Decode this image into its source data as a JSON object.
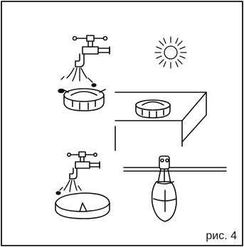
{
  "figure": {
    "caption": "рис. 4",
    "colors": {
      "line": "#111111",
      "background": "#ffffff"
    },
    "illustrations": [
      {
        "name": "faucet-washing-filter",
        "icon": "faucet-icon"
      },
      {
        "name": "sun",
        "icon": "sun-icon"
      },
      {
        "name": "filter-drying-on-table",
        "icon": "filter-icon"
      },
      {
        "name": "faucet-washing-foam-pad",
        "icon": "faucet-icon"
      },
      {
        "name": "pad-hanging-on-clothesline",
        "icon": "clothespin-icon"
      }
    ]
  }
}
